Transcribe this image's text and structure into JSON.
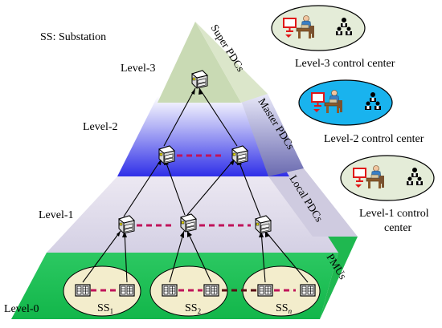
{
  "legend": {
    "ss_note": "SS: Substation"
  },
  "levels": [
    {
      "id": "level0",
      "label": "Level-0",
      "band_label": "PMUs"
    },
    {
      "id": "level1",
      "label": "Level-1",
      "band_label": "Local PDCs"
    },
    {
      "id": "level2",
      "label": "Level-2",
      "band_label": "Master PDCs"
    },
    {
      "id": "level3",
      "label": "Level-3",
      "band_label": "Super PDCs"
    }
  ],
  "control_centers": [
    {
      "id": "level3",
      "lines": [
        "Level-3 control center"
      ],
      "fill": "#e4ecd8"
    },
    {
      "id": "level2",
      "lines": [
        "Level-2 control center"
      ],
      "fill": "#19b3ee"
    },
    {
      "id": "level1",
      "lines": [
        "Level-1 control",
        "center"
      ],
      "fill": "#e4ecd8"
    }
  ],
  "substations": [
    {
      "id": "ss1",
      "base": "SS",
      "sub": "1"
    },
    {
      "id": "ss2",
      "base": "SS",
      "sub": "2"
    },
    {
      "id": "ssn",
      "base": "SS",
      "sub": "n"
    }
  ],
  "icons": {
    "pmu": "pmu-device-icon",
    "pdc": "pdc-server-icon",
    "operator": "operator-workstation-icon",
    "team": "team-org-icon"
  },
  "colors": {
    "level0_band": "#21c35a",
    "level1_band": "#dcd8e8",
    "level2_band": "#3b3bea",
    "level3_band": "#c7d8b4",
    "substation_fill": "#f3edcc",
    "link_dash": "#c0145a",
    "link_dash_dark": "#5a0e14"
  }
}
